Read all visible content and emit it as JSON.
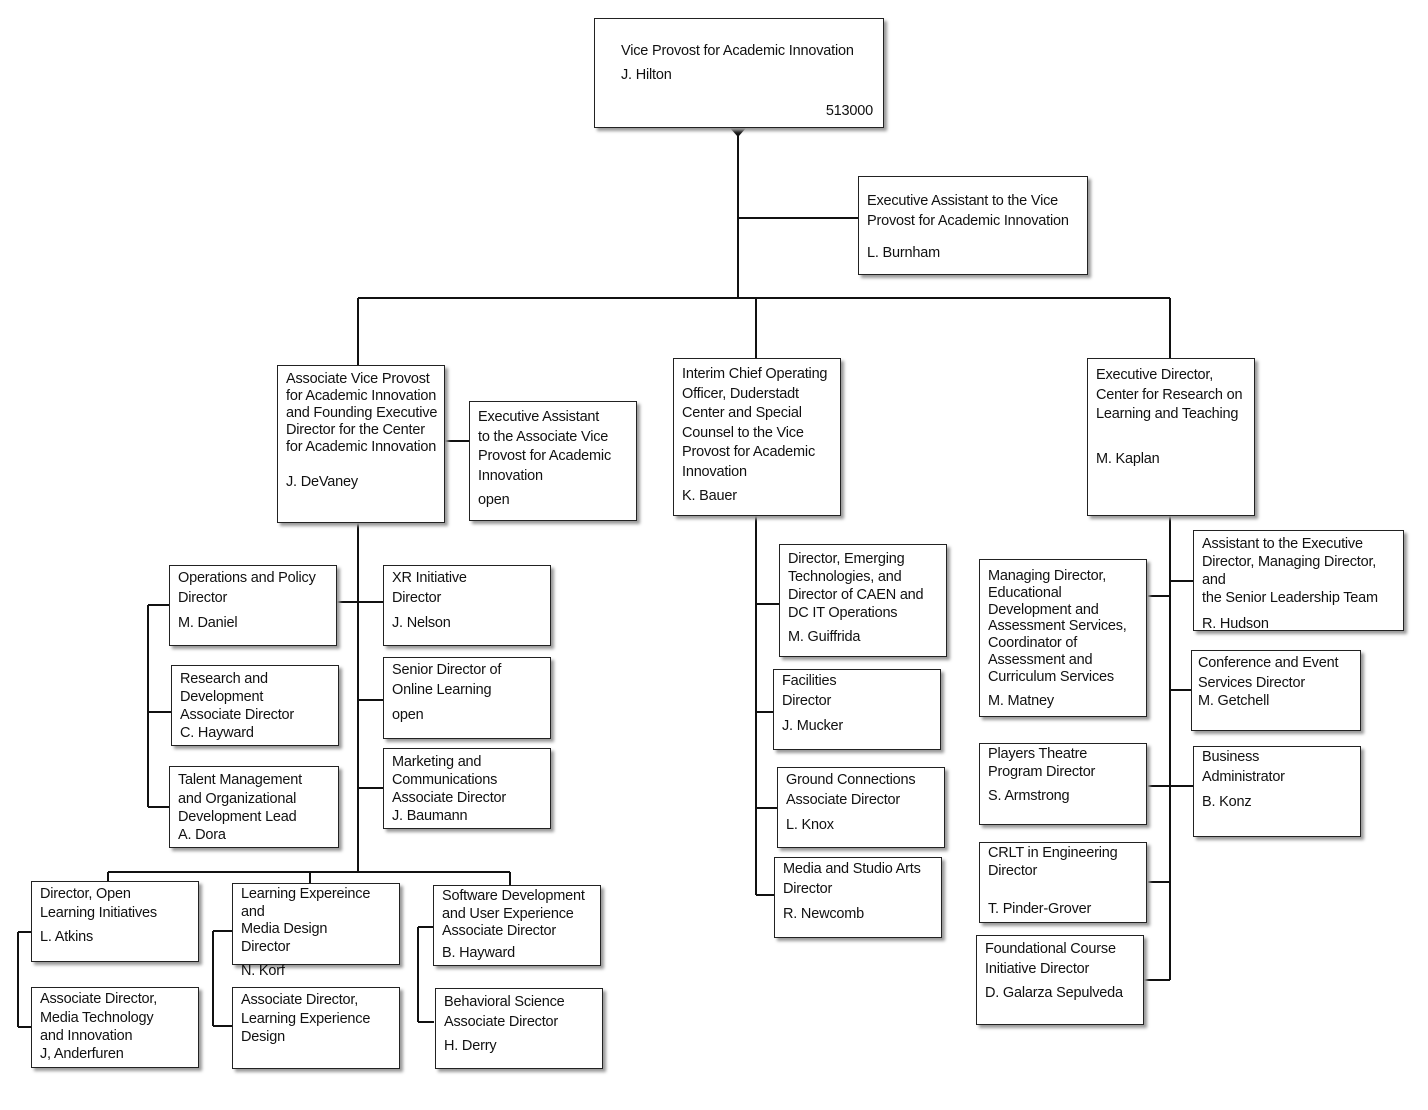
{
  "chart": {
    "top": {
      "title": "Vice Provost for Academic Innovation",
      "person": "J. Hilton",
      "code": "513000"
    },
    "exec_assistant_vp": {
      "title": "Executive Assistant to the Vice\nProvost for Academic Innovation",
      "person": "L. Burnham"
    },
    "avp": {
      "title": "Associate Vice Provost\nfor Academic Innovation\nand Founding Executive\nDirector for the Center\nfor Academic Innovation",
      "person": "J. DeVaney"
    },
    "exec_assistant_avp": {
      "title": "Executive Assistant\nto the Associate Vice\nProvost for Academic\nInnovation",
      "person": "open"
    },
    "coo": {
      "title": "Interim Chief Operating\nOfficer, Duderstadt\nCenter and Special\nCounsel to the Vice\nProvost for Academic\nInnovation",
      "person": "K. Bauer"
    },
    "crlt": {
      "title": "Executive Director,\nCenter for Research on\nLearning and Teaching",
      "person": "M. Kaplan"
    },
    "ops": {
      "title": "Operations and Policy\nDirector",
      "person": "M. Daniel"
    },
    "rnd": {
      "title": "Research and\nDevelopment\nAssociate Director",
      "person": "C. Hayward"
    },
    "talent": {
      "title": "Talent Management\nand Organizational\nDevelopment Lead",
      "person": "A. Dora"
    },
    "xr": {
      "title": "XR Initiative\nDirector",
      "person": "J. Nelson"
    },
    "online": {
      "title": "Senior Director of\nOnline Learning",
      "person": "open"
    },
    "marketing": {
      "title": "Marketing and\nCommunications\nAssociate Director",
      "person": "J. Baumann"
    },
    "open_learning": {
      "title": "Director, Open\nLearning Initiatives",
      "person": "L. Atkins"
    },
    "media_tech": {
      "title": "Associate Director,\nMedia Technology\nand Innovation",
      "person": "J, Anderfuren"
    },
    "lxd": {
      "title": "Learning Expereince and\nMedia Design\nDirector",
      "person": "N. Korf"
    },
    "lxd_assoc": {
      "title": "Associate Director,\nLearning Experience\nDesign",
      "person": ""
    },
    "software": {
      "title": "Software Development\nand User Experience\nAssociate Director",
      "person": "B. Hayward"
    },
    "behavioral": {
      "title": "Behavioral Science\nAssociate Director",
      "person": "H. Derry"
    },
    "emerging": {
      "title": "Director, Emerging\nTechnologies, and\nDirector of CAEN and\nDC IT Operations",
      "person": "M. Guiffrida"
    },
    "facilities": {
      "title": "Facilities\nDirector",
      "person": "J. Mucker"
    },
    "ground": {
      "title": "Ground Connections\nAssociate Director",
      "person": "L. Knox"
    },
    "media_studio": {
      "title": "Media and Studio Arts\nDirector",
      "person": "R. Newcomb"
    },
    "managing": {
      "title": "Managing Director,\nEducational\nDevelopment and\nAssessment Services,\nCoordinator of\nAssessment and\nCurriculum Services",
      "person": "M. Matney"
    },
    "players": {
      "title": "Players Theatre\nProgram Director",
      "person": "S. Armstrong"
    },
    "crlt_eng": {
      "title": "CRLT in Engineering\nDirector",
      "person": "T. Pinder-Grover"
    },
    "foundational": {
      "title": "Foundational Course\nInitiative Director",
      "person": "D. Galarza Sepulveda"
    },
    "assistant_exec": {
      "title": "Assistant to the Executive\nDirector, Managing Director, and\nthe Senior Leadership Team",
      "person": "R. Hudson"
    },
    "conference": {
      "title": "Conference and Event\nServices Director",
      "person": "M. Getchell"
    },
    "business": {
      "title": "Business\nAdministrator",
      "person": "B. Konz"
    }
  }
}
